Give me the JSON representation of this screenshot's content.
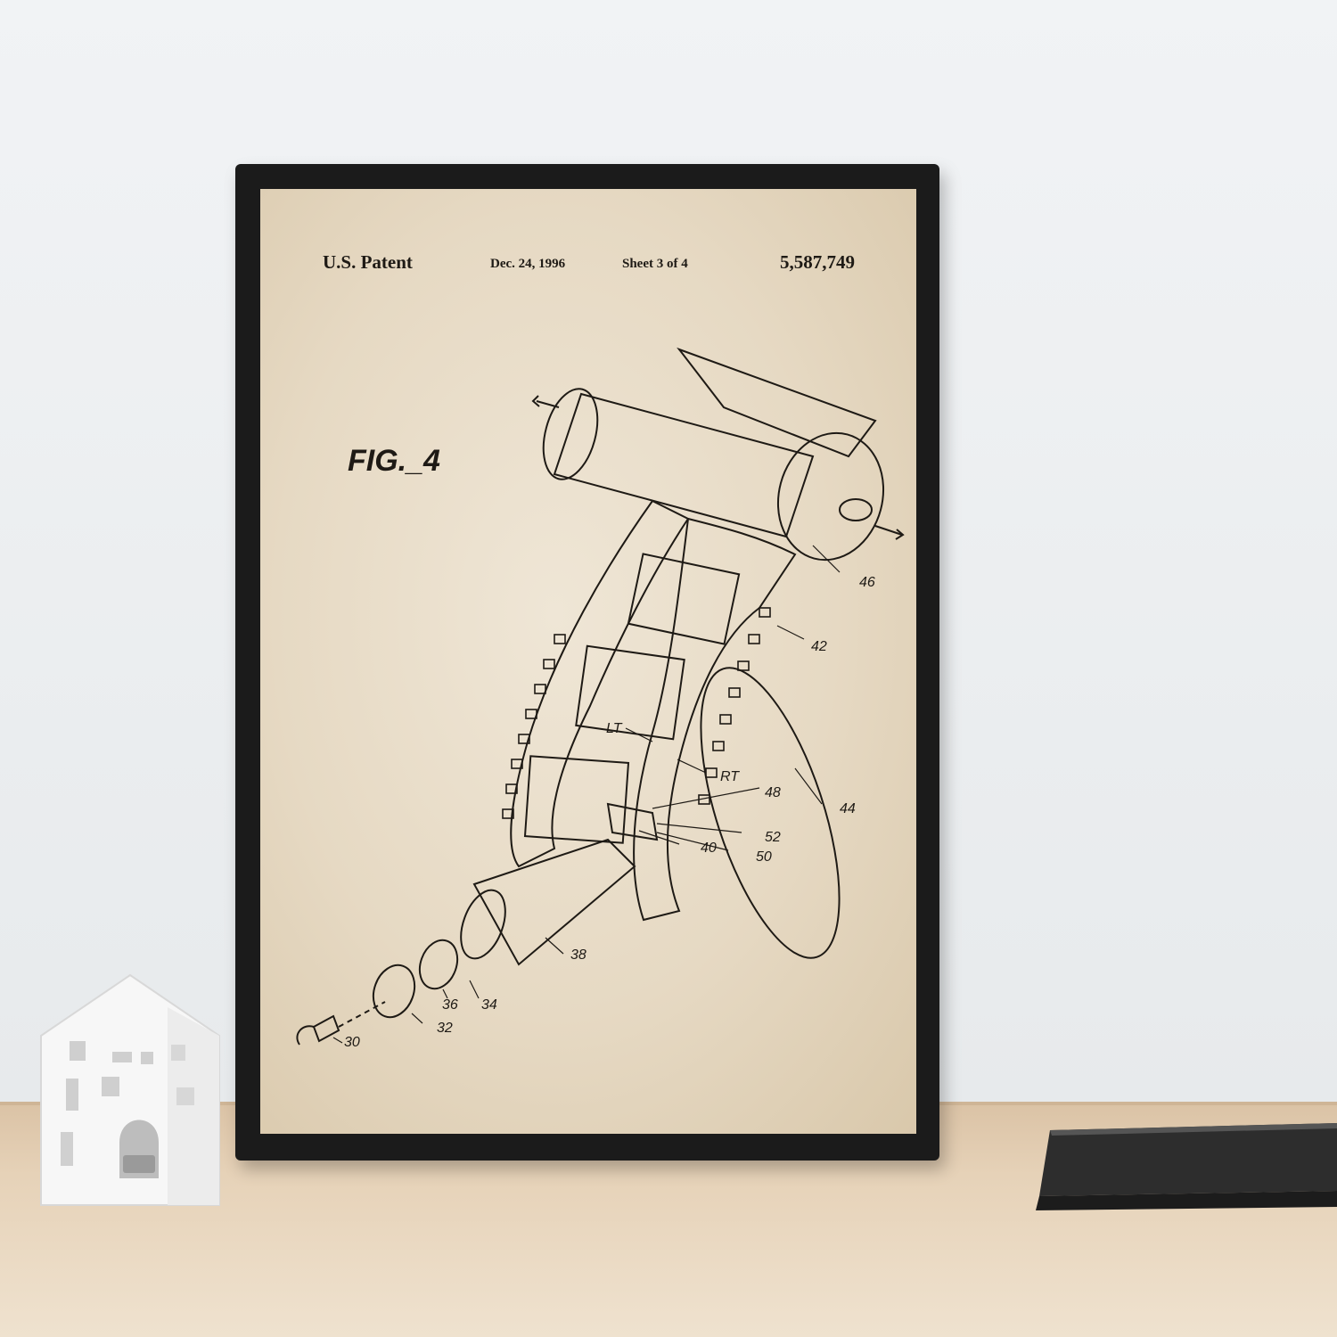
{
  "poster": {
    "header": {
      "left": "U.S. Patent",
      "date": "Dec. 24, 1996",
      "sheet": "Sheet 3 of 4",
      "number": "5,587,749"
    },
    "figure_label": "FIG._4",
    "refs": {
      "r46": "46",
      "r42": "42",
      "r44": "44",
      "r48": "48",
      "r52": "52",
      "r50": "50",
      "r40": "40",
      "r38": "38",
      "r36": "36",
      "r34": "34",
      "r32": "32",
      "r30": "30",
      "rLT": "LT",
      "rRT": "RT"
    }
  },
  "colors": {
    "frame": "#1b1b1b",
    "paper": "#e6d9c3",
    "ink": "#1e1a15",
    "wall": "#eceef0",
    "shelf": "#e6d2b8"
  },
  "objects": {
    "left": "house-candle-holder",
    "right": "closed-laptop"
  }
}
